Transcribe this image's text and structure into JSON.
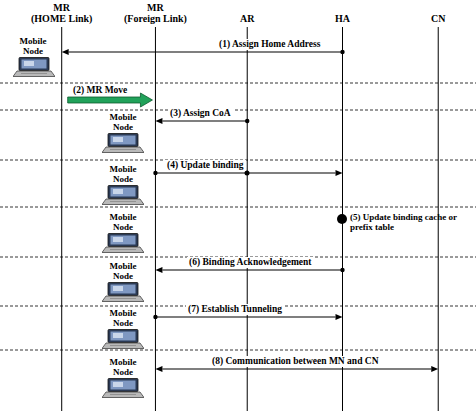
{
  "diagram": {
    "nodes": [
      {
        "text": [
          "MR",
          "(HOME Link)"
        ]
      },
      {
        "text": [
          "MR",
          "(Foreign Link)"
        ]
      },
      {
        "text": [
          "AR"
        ]
      },
      {
        "text": [
          "HA"
        ]
      },
      {
        "text": [
          "CN"
        ]
      }
    ],
    "edges": [
      {
        "from": 3,
        "to": 0,
        "arrow": "to",
        "label": "(1) Assign Home Address"
      },
      {
        "from": 0,
        "to": 1,
        "arrow": "to",
        "label": "(2) MR Move"
      },
      {
        "from": 2,
        "to": 1,
        "arrow": "to",
        "label": "(3) Assign CoA"
      },
      {
        "from": 1,
        "to": 3,
        "arrow": "to",
        "label": "(4) Update binding"
      },
      {
        "from": 3,
        "to": 1,
        "arrow": "to",
        "label": "(6) Binding Acknowledgement"
      },
      {
        "from": 1,
        "to": 3,
        "arrow": "to",
        "label": "(7) Establish Tunneling"
      },
      {
        "from": 1,
        "to": 4,
        "arrow": "both",
        "label": "(8) Communication between MN and CN"
      }
    ],
    "labels": [
      "Mobile Node",
      "Mobile Node",
      "Mobile Node",
      "Mobile Node",
      "(5) Update binding cache or prefix table",
      "Mobile Node",
      "Mobile Node",
      "Mobile Node"
    ]
  }
}
